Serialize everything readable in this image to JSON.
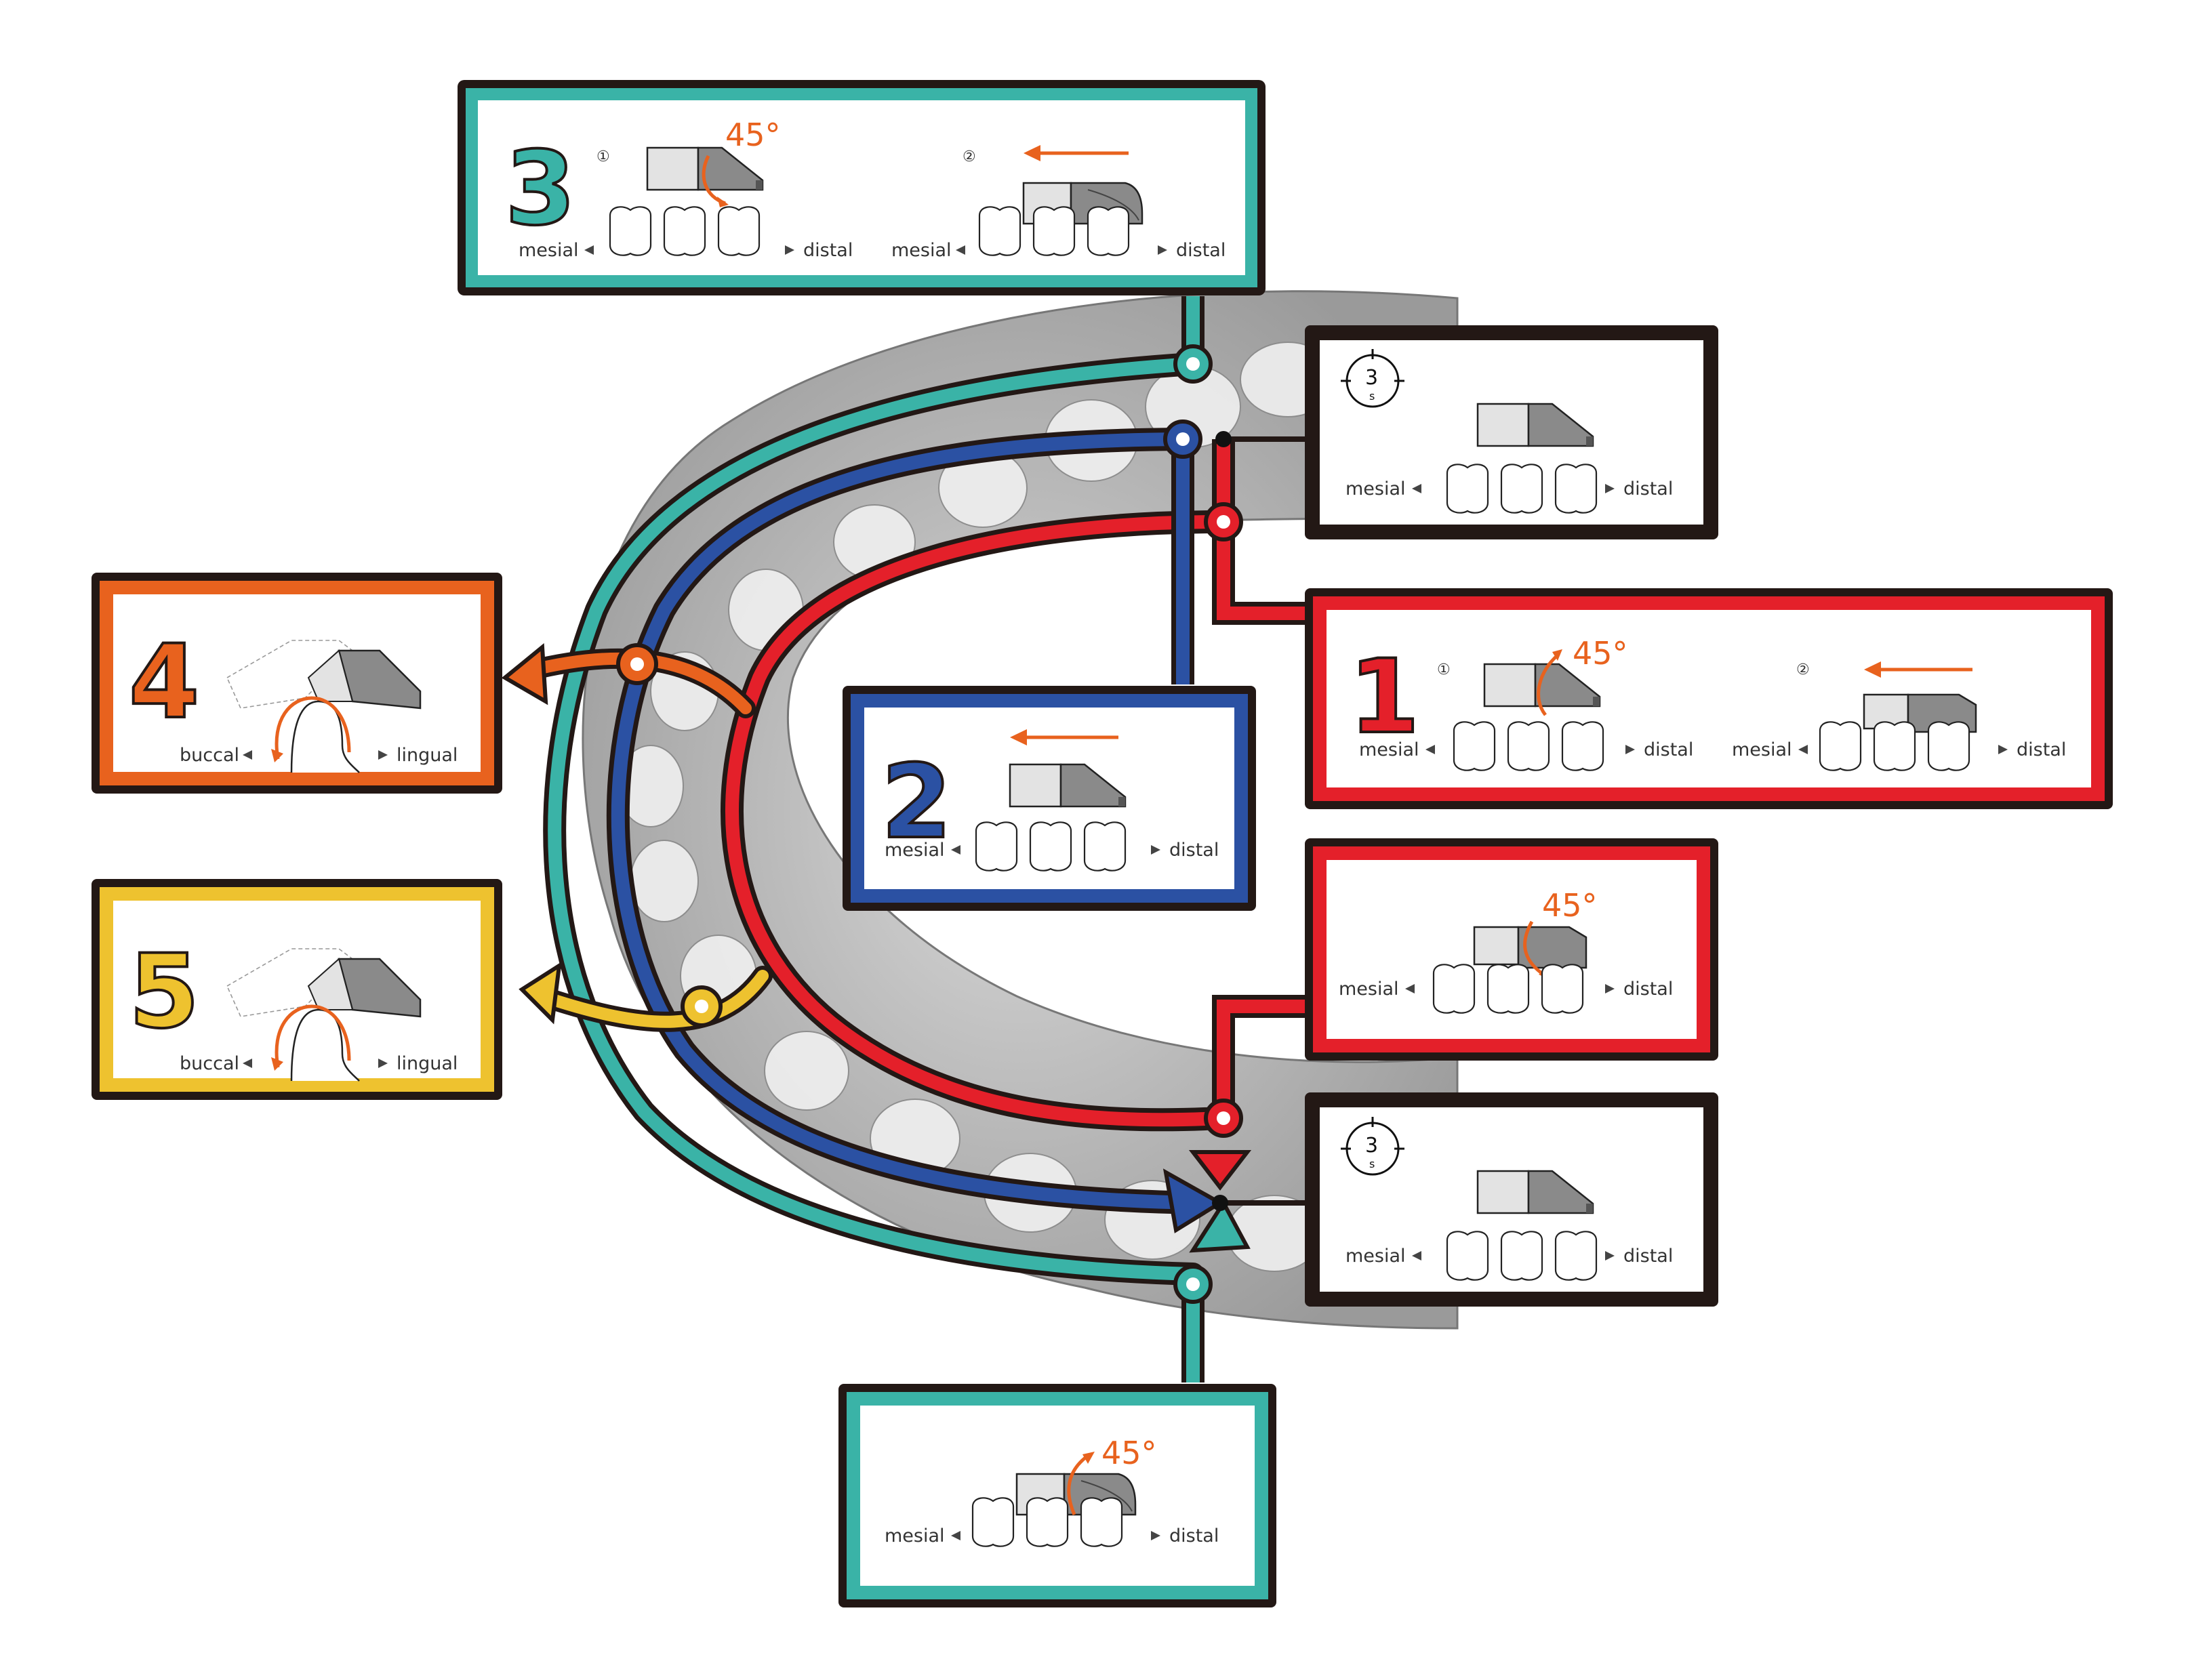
{
  "colors": {
    "teal": "#3ab3a7",
    "blue": "#2b51a3",
    "red": "#e4202a",
    "orange": "#e8621e",
    "yellow": "#eec22f",
    "black": "#231815"
  },
  "labels": {
    "mesial": "mesial",
    "distal": "distal",
    "buccal": "buccal",
    "lingual": "lingual",
    "angle": "45°",
    "step1": "①",
    "step2": "②",
    "timer_value": "3",
    "timer_unit": "s"
  },
  "panels": {
    "step3": {
      "number": "3"
    },
    "step1": {
      "number": "1"
    },
    "step2": {
      "number": "2"
    },
    "step4": {
      "number": "4"
    },
    "step5": {
      "number": "5"
    }
  }
}
